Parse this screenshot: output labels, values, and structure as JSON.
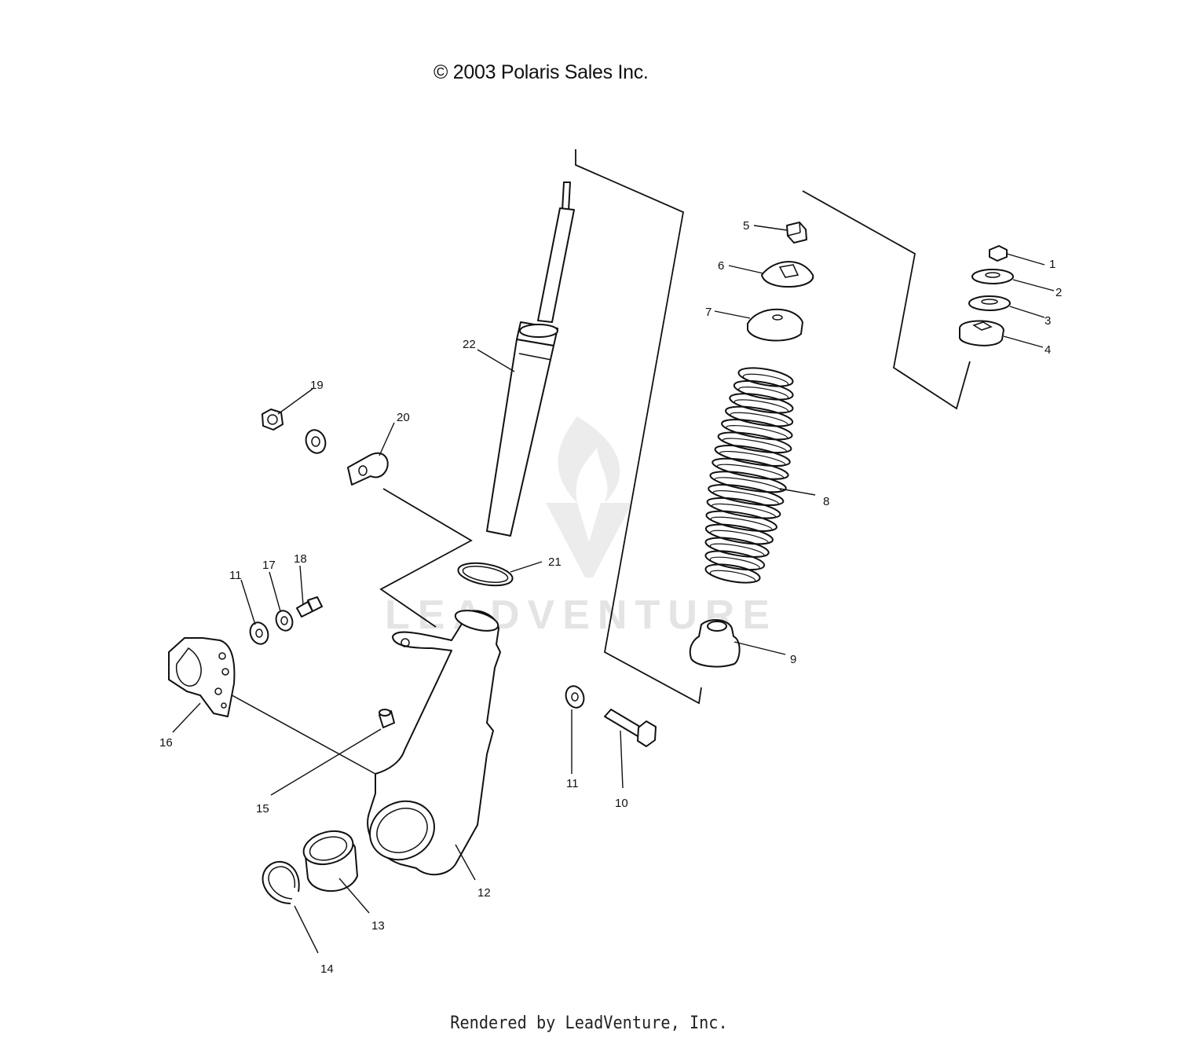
{
  "copyright": "© 2003 Polaris Sales Inc.",
  "footer": "Rendered by LeadVenture, Inc.",
  "watermark": {
    "text": "LEADVENTURE",
    "color": "#e4e4e4"
  },
  "line_color": "#111111",
  "callouts": {
    "c1": "1",
    "c2": "2",
    "c3": "3",
    "c4": "4",
    "c5": "5",
    "c6": "6",
    "c7": "7",
    "c8": "8",
    "c9": "9",
    "c10": "10",
    "c11a": "11",
    "c11b": "11",
    "c12": "12",
    "c13": "13",
    "c14": "14",
    "c15": "15",
    "c16": "16",
    "c17": "17",
    "c18": "18",
    "c19": "19",
    "c20": "20",
    "c21": "21",
    "c22": "22"
  }
}
